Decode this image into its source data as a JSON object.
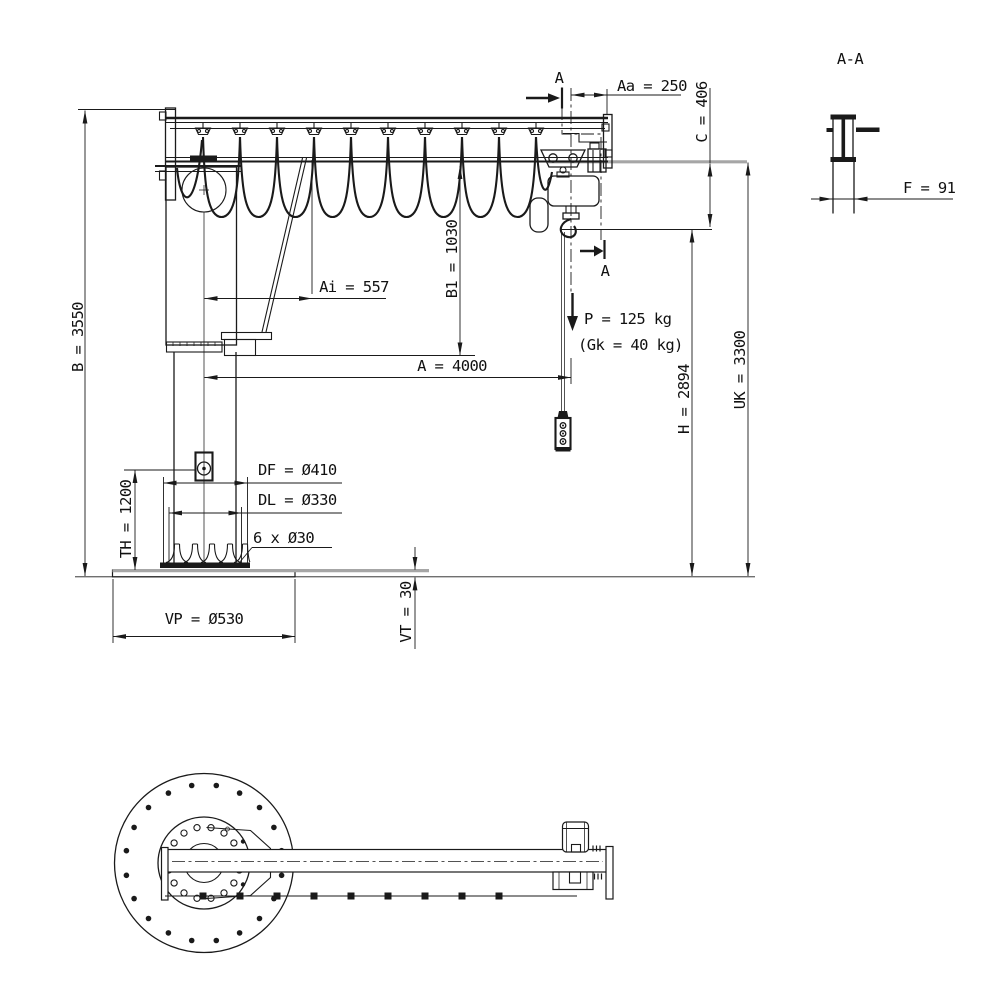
{
  "drawing": {
    "type": "jib-crane technical drawing",
    "colors": {
      "line": "#1a1a1a",
      "gray_reference_line": "#a6a6a6",
      "background": "#ffffff"
    },
    "labels": {
      "b": "B = 3550",
      "th": "TH = 1200",
      "ai": "Ai = 557",
      "b1": "B1 = 1030",
      "a_span": "A = 4000",
      "aa": "Aa = 250",
      "c": "C = 406",
      "h": "H = 2894",
      "uk": "UK = 3300",
      "p": "P = 125 kg",
      "gk": "(Gk = 40 kg)",
      "df": "DF = Ø410",
      "dl": "DL = Ø330",
      "bolts": "6 x Ø30",
      "vp": "VP = Ø530",
      "vt": "VT = 30",
      "f": "F = 91",
      "section_title": "A-A",
      "section_marker": "A"
    }
  }
}
